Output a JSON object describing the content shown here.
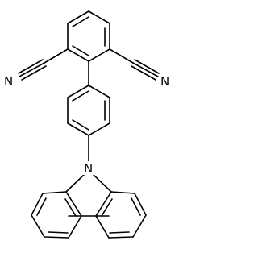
{
  "structure": {
    "atom_labels": {
      "nitrile_left": "N",
      "nitrile_right": "N",
      "carbazole_nitrogen": "N"
    }
  },
  "colors": {
    "bond": "#000000",
    "label": "#000000",
    "background": "#ffffff"
  }
}
